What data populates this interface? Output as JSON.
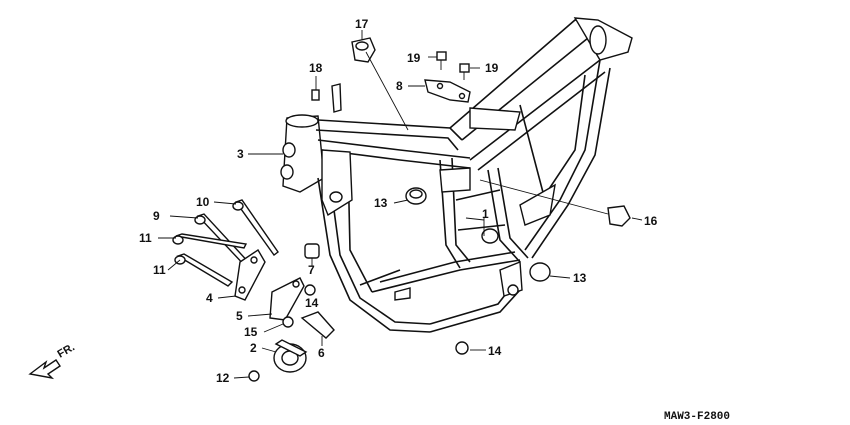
{
  "diagram": {
    "code": "MAW3-F2800",
    "direction": "FR.",
    "callouts": [
      "1",
      "2",
      "3",
      "4",
      "5",
      "6",
      "7",
      "8",
      "9",
      "10",
      "11",
      "11",
      "12",
      "13",
      "13",
      "14",
      "14",
      "15",
      "16",
      "17",
      "18",
      "19",
      "19"
    ]
  },
  "colors": {
    "line": "#111111",
    "background": "#ffffff"
  }
}
